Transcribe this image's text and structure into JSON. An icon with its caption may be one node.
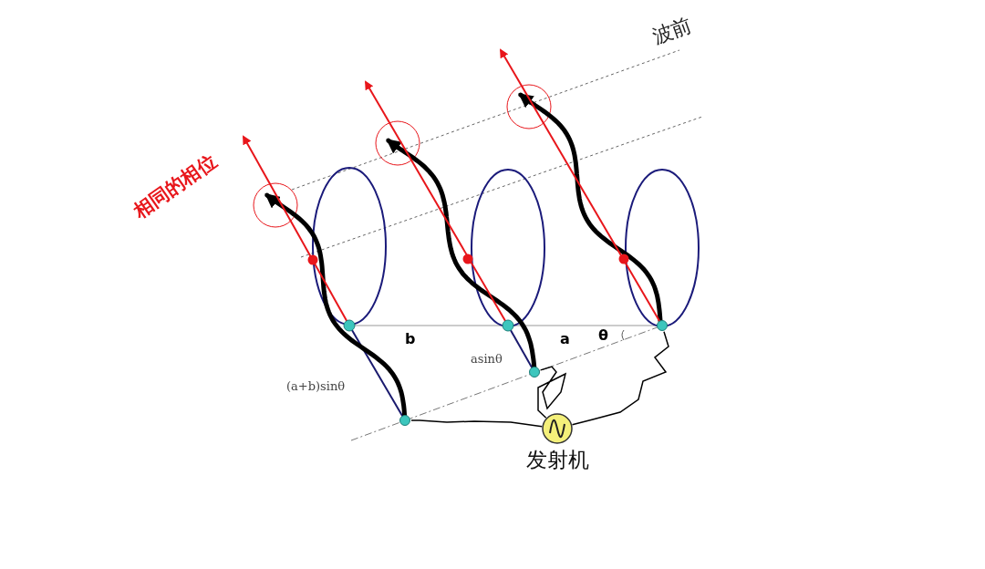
{
  "diagram": {
    "nodes": [
      {
        "text": [
          "发射机"
        ]
      },
      {
        "text": [],
        "shape": "circle"
      },
      {
        "text": [],
        "shape": "circle"
      },
      {
        "text": [],
        "shape": "circle"
      }
    ],
    "edges": [
      {
        "from": 0,
        "to": 1,
        "arrow": "none"
      },
      {
        "from": 0,
        "to": 2,
        "arrow": "none"
      },
      {
        "from": 0,
        "to": 3,
        "arrow": "none"
      }
    ],
    "labels": [
      "波前",
      "相同的相位",
      "b",
      "a",
      "θ",
      "asinθ",
      "(a+b)sinθ"
    ]
  }
}
